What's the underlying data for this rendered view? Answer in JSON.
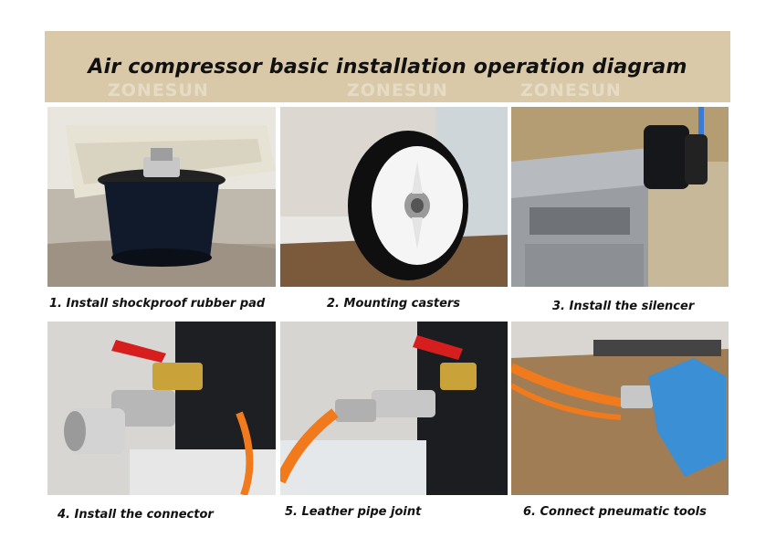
{
  "title": "Air compressor basic installation operation diagram",
  "watermark": "ZONESUN",
  "steps": [
    {
      "caption": "1. Install shockproof rubber pad",
      "icon": "rubber-pad-photo"
    },
    {
      "caption": "2. Mounting casters",
      "icon": "caster-wheel-photo"
    },
    {
      "caption": "3. Install the silencer",
      "icon": "silencer-photo"
    },
    {
      "caption": "4. Install the connector",
      "icon": "connector-photo"
    },
    {
      "caption": "5. Leather pipe joint",
      "icon": "pipe-joint-photo"
    },
    {
      "caption": "6. Connect pneumatic tools",
      "icon": "pneumatic-tool-photo"
    }
  ],
  "colors": {
    "banner": "#d9c9a8",
    "hose": "#f07a1c",
    "valve_handle": "#d61e1e",
    "tool": "#3b8fd4"
  }
}
